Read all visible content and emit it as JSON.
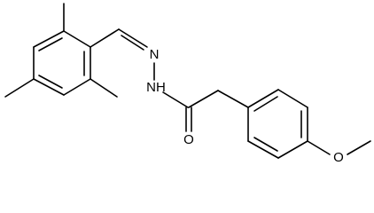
{
  "atoms": {
    "n_imine": "N",
    "nh_amide": "NH",
    "o_carbonyl": "O",
    "o_methoxy": "O"
  }
}
